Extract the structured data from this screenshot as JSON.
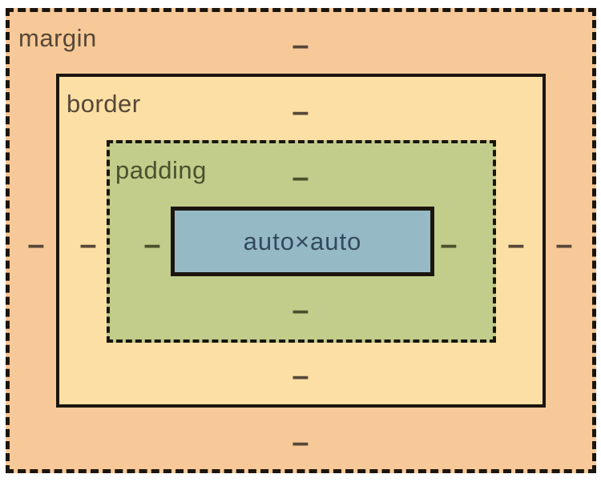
{
  "diagram": {
    "name": "css-box-model",
    "line_color": "#1b150e",
    "layers": {
      "margin": {
        "label": "margin",
        "bg": "#f7c998",
        "fg": "#564737",
        "values": {
          "top": "–",
          "right": "–",
          "bottom": "–",
          "left": "–"
        }
      },
      "border": {
        "label": "border",
        "bg": "#fbdfa4",
        "fg": "#564737",
        "values": {
          "top": "–",
          "right": "–",
          "bottom": "–",
          "left": "–"
        }
      },
      "padding": {
        "label": "padding",
        "bg": "#c2cd8b",
        "fg": "#49512c",
        "values": {
          "top": "–",
          "right": "–",
          "bottom": "–",
          "left": "–"
        }
      },
      "content": {
        "label": "auto×auto",
        "bg": "#95bac6",
        "fg": "#33495c"
      }
    }
  }
}
